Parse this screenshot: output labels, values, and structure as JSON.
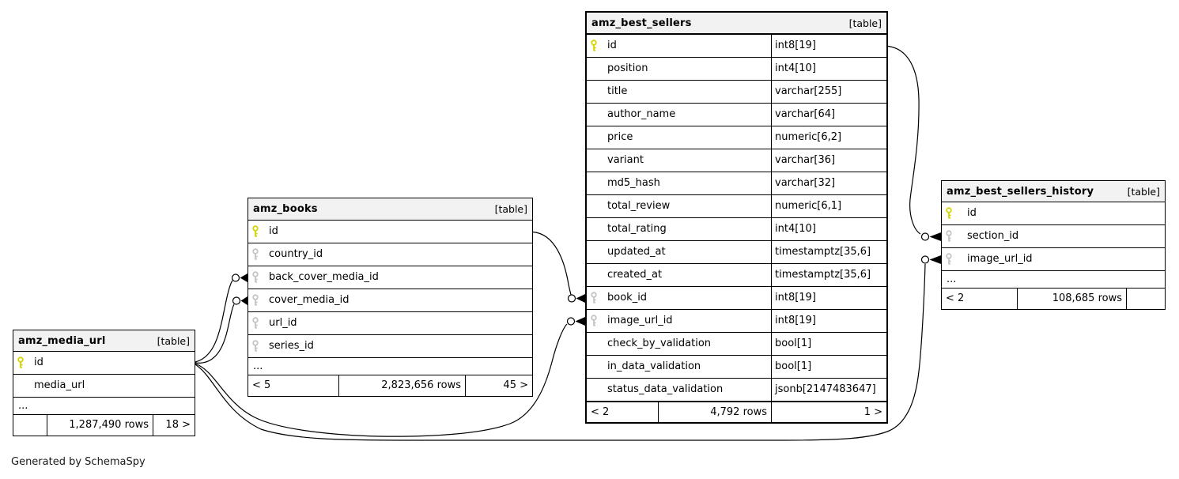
{
  "diagram": {
    "generator_note": "Generated by SchemaSpy",
    "key_colors": {
      "primary_key": "#d4d400",
      "foreign_key": "#c4c4c4"
    },
    "ellipsis": "..."
  },
  "tables": {
    "amz_media_url": {
      "name": "amz_media_url",
      "tag": "[table]",
      "columns": [
        {
          "name": "id",
          "key": "primary"
        },
        {
          "name": "media_url",
          "key": "none"
        }
      ],
      "ellipsis": "...",
      "footer": {
        "prev": "",
        "rows": "1,287,490 rows",
        "next": "18 >"
      }
    },
    "amz_books": {
      "name": "amz_books",
      "tag": "[table]",
      "columns": [
        {
          "name": "id",
          "key": "primary"
        },
        {
          "name": "country_id",
          "key": "foreign"
        },
        {
          "name": "back_cover_media_id",
          "key": "foreign"
        },
        {
          "name": "cover_media_id",
          "key": "foreign"
        },
        {
          "name": "url_id",
          "key": "foreign"
        },
        {
          "name": "series_id",
          "key": "foreign"
        }
      ],
      "ellipsis": "...",
      "footer": {
        "prev": "< 5",
        "rows": "2,823,656 rows",
        "next": "45 >"
      }
    },
    "amz_best_sellers": {
      "name": "amz_best_sellers",
      "tag": "[table]",
      "columns": [
        {
          "name": "id",
          "type": "int8[19]",
          "key": "primary"
        },
        {
          "name": "position",
          "type": "int4[10]",
          "key": "none"
        },
        {
          "name": "title",
          "type": "varchar[255]",
          "key": "none"
        },
        {
          "name": "author_name",
          "type": "varchar[64]",
          "key": "none"
        },
        {
          "name": "price",
          "type": "numeric[6,2]",
          "key": "none"
        },
        {
          "name": "variant",
          "type": "varchar[36]",
          "key": "none"
        },
        {
          "name": "md5_hash",
          "type": "varchar[32]",
          "key": "none"
        },
        {
          "name": "total_review",
          "type": "numeric[6,1]",
          "key": "none"
        },
        {
          "name": "total_rating",
          "type": "int4[10]",
          "key": "none"
        },
        {
          "name": "updated_at",
          "type": "timestamptz[35,6]",
          "key": "none"
        },
        {
          "name": "created_at",
          "type": "timestamptz[35,6]",
          "key": "none"
        },
        {
          "name": "book_id",
          "type": "int8[19]",
          "key": "foreign"
        },
        {
          "name": "image_url_id",
          "type": "int8[19]",
          "key": "foreign"
        },
        {
          "name": "check_by_validation",
          "type": "bool[1]",
          "key": "none"
        },
        {
          "name": "in_data_validation",
          "type": "bool[1]",
          "key": "none"
        },
        {
          "name": "status_data_validation",
          "type": "jsonb[2147483647]",
          "key": "none"
        }
      ],
      "footer": {
        "prev": "< 2",
        "rows": "4,792 rows",
        "next": "1 >"
      }
    },
    "amz_best_sellers_history": {
      "name": "amz_best_sellers_history",
      "tag": "[table]",
      "columns": [
        {
          "name": "id",
          "key": "primary"
        },
        {
          "name": "section_id",
          "key": "foreign"
        },
        {
          "name": "image_url_id",
          "key": "foreign"
        }
      ],
      "ellipsis": "...",
      "footer": {
        "prev": "< 2",
        "rows": "108,685 rows",
        "next": ""
      }
    }
  },
  "relationships": [
    {
      "from": "amz_books.id",
      "to": "amz_best_sellers.book_id"
    },
    {
      "from": "amz_media_url.id",
      "to": "amz_books.back_cover_media_id"
    },
    {
      "from": "amz_media_url.id",
      "to": "amz_books.cover_media_id"
    },
    {
      "from": "amz_media_url.id",
      "to": "amz_best_sellers.image_url_id"
    },
    {
      "from": "amz_media_url.id",
      "to": "amz_best_sellers_history.image_url_id"
    },
    {
      "from": "amz_best_sellers.id",
      "to": "amz_best_sellers_history.section_id"
    }
  ]
}
